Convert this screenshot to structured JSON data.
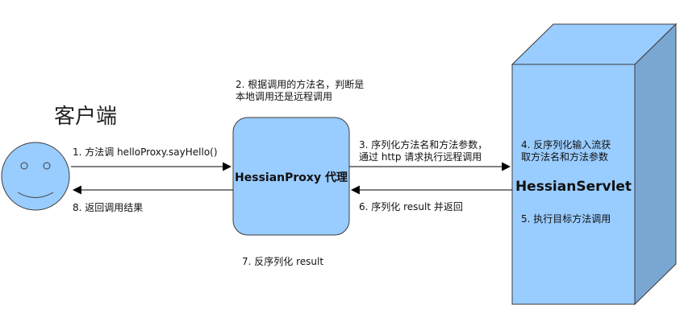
{
  "client": {
    "title": "客户端"
  },
  "proxy": {
    "label": "HessianProxy 代理"
  },
  "servlet": {
    "label": "HessianServlet"
  },
  "steps": {
    "s1": "1. 方法调 helloProxy.sayHello()",
    "s2_line1": "2. 根据调用的方法名，判断是",
    "s2_line2": "本地调用还是远程调用",
    "s3_line1": "3. 序列化方法名和方法参数，",
    "s3_line2": "通过 http 请求执行远程调用",
    "s4_line1": "4. 反序列化输入流获",
    "s4_line2": "取方法名和方法参数",
    "s5": "5. 执行目标方法调用",
    "s6": "6. 序列化 result 并返回",
    "s7": "7. 反序列化 result",
    "s8": "8. 返回调用结果"
  },
  "colors": {
    "fill": "#99ccff",
    "box_side": "#7aa6d2",
    "stroke": "#3d3d3d",
    "arrow": "#000000"
  }
}
